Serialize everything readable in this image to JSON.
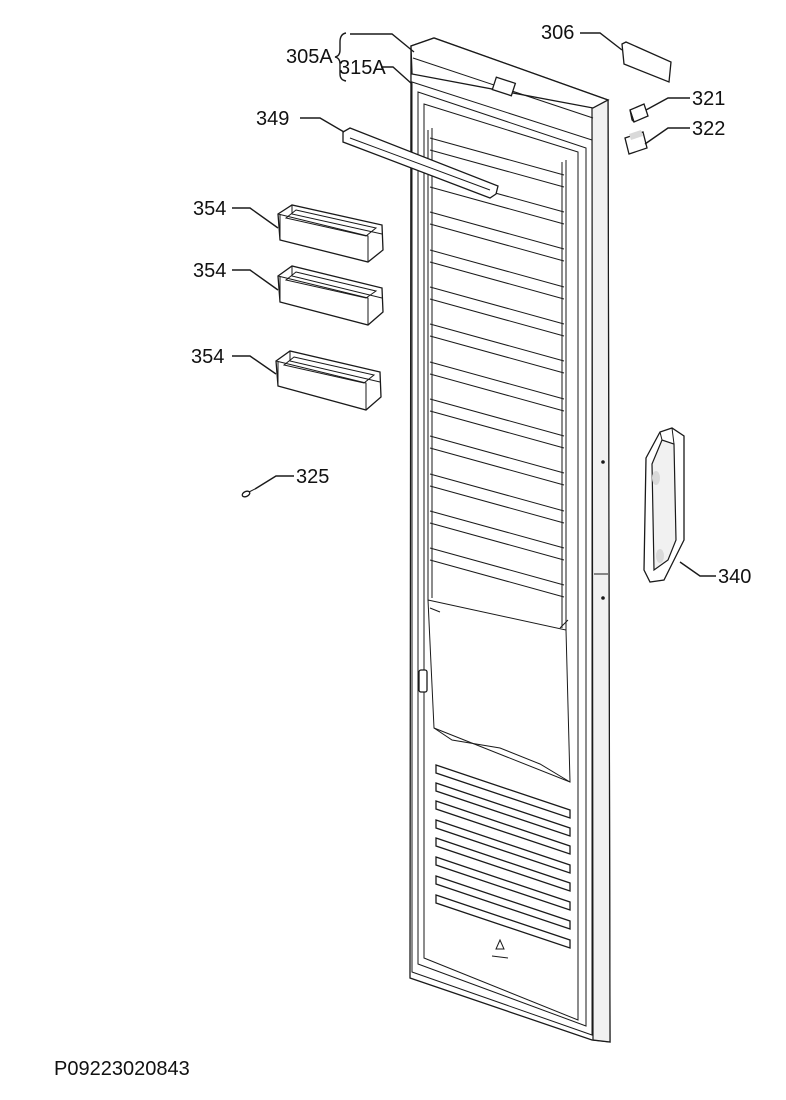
{
  "callouts": {
    "c305A": "305A",
    "c315A": "315A",
    "c306": "306",
    "c321": "321",
    "c322": "322",
    "c349": "349",
    "c354a": "354",
    "c354b": "354",
    "c354c": "354",
    "c325": "325",
    "c340": "340"
  },
  "footer": {
    "drawing_code": "P09223020843"
  },
  "colors": {
    "line": "#1a1a1a",
    "background": "#ffffff"
  }
}
